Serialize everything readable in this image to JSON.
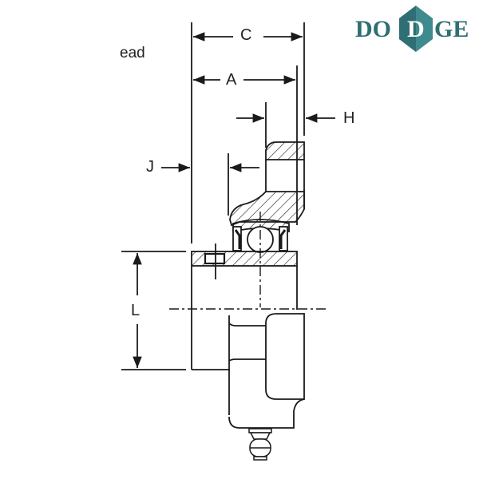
{
  "logo": {
    "text_left": "DO",
    "text_center": "D",
    "text_right": "GE",
    "color": "#2f6f73",
    "diamond_color": "#3f8a8e"
  },
  "partial_text": "ead",
  "dimensions": {
    "C": "C",
    "A": "A",
    "H": "H",
    "J": "J",
    "L": "L"
  },
  "drawing": {
    "type": "flange bearing cross-section",
    "line_color": "#1a1a1a",
    "parts": [
      "housing",
      "bearing-insert",
      "ball",
      "set-screw",
      "grease-fitting",
      "centerlines"
    ]
  }
}
